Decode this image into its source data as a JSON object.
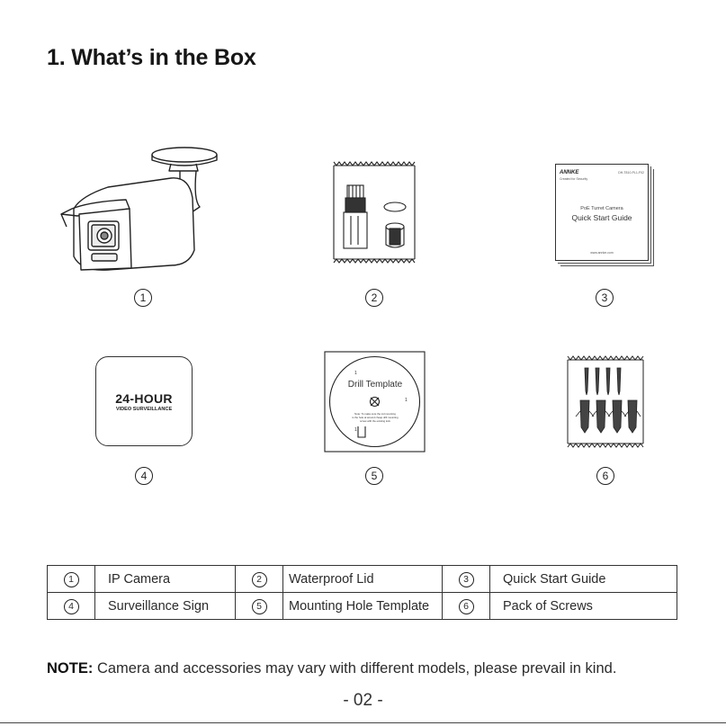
{
  "title": "1. What’s in the Box",
  "items": [
    {
      "number": "1",
      "label": "IP Camera"
    },
    {
      "number": "2",
      "label": "Waterproof Lid"
    },
    {
      "number": "3",
      "label": "Quick Start Guide"
    },
    {
      "number": "4",
      "label": "Surveillance Sign"
    },
    {
      "number": "5",
      "label": "Mounting Hole Template"
    },
    {
      "number": "6",
      "label": "Pack of Screws"
    }
  ],
  "guide_cover": {
    "brand": "ANNKE",
    "tagline": "Created for Security",
    "model": "DH-T810-PL1-F02",
    "product": "PoE Turret Camera",
    "title": "Quick Start Guide",
    "url": "www.annke.com"
  },
  "sign": {
    "line1": "24-HOUR",
    "line2": "VIDEO SURVEILLANCE"
  },
  "template": {
    "title": "Drill Template",
    "hole_label": "1",
    "instructions": [
      "Note: To make sure the Lid mounting",
      "is the hole at around cheap drill mounting",
      "screw with the existing lock"
    ]
  },
  "note": {
    "label": "NOTE:",
    "text": "Camera and accessories may vary with different models, please prevail in kind."
  },
  "page_number": "- 02 -"
}
